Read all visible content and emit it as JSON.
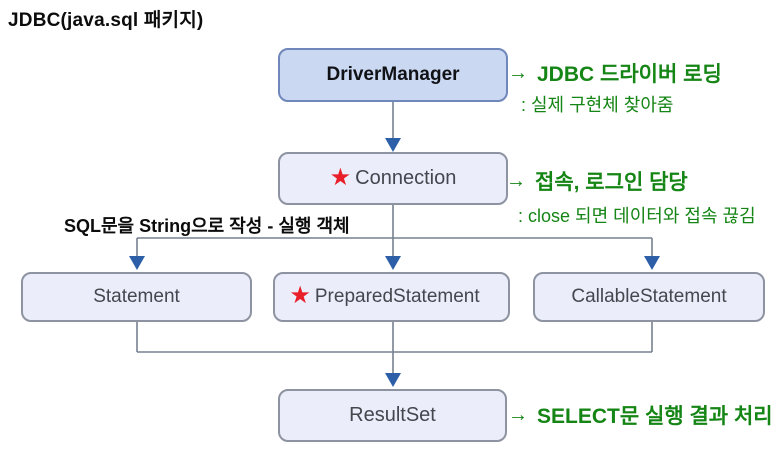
{
  "title": "JDBC(java.sql 패키지)",
  "diagram": {
    "star_glyph": "★",
    "nodes": [
      {
        "id": "driver-manager",
        "label": "DriverManager",
        "starred": false
      },
      {
        "id": "connection",
        "label": "Connection",
        "starred": true
      },
      {
        "id": "statement",
        "label": "Statement",
        "starred": false
      },
      {
        "id": "prepared-statement",
        "label": "PreparedStatement",
        "starred": true
      },
      {
        "id": "callable-statement",
        "label": "CallableStatement",
        "starred": false
      },
      {
        "id": "resultset",
        "label": "ResultSet",
        "starred": false
      }
    ],
    "edge_label": "SQL문을 String으로 작성 - 실행 객체",
    "annotations": [
      {
        "arrow": "→",
        "title": "JDBC 드라이버 로딩",
        "subtitle": ": 실제 구현체 찾아줌"
      },
      {
        "arrow": "→",
        "title": "접속, 로그인 담당",
        "subtitle": ": close 되면 데이터와 접속 끊김"
      },
      {
        "arrow": "→",
        "title": "SELECT문 실행 결과 처리",
        "subtitle": ""
      }
    ]
  },
  "colors": {
    "node_dark_fill": "#cbd8f2",
    "node_dark_border": "#6f87ba",
    "node_light_fill": "#ebedfa",
    "node_light_border": "#8d93a1",
    "annotation_green": "#158515",
    "star_red": "#e81e28",
    "arrowhead_blue": "#2d5fa8",
    "line_gray": "#76818f"
  }
}
